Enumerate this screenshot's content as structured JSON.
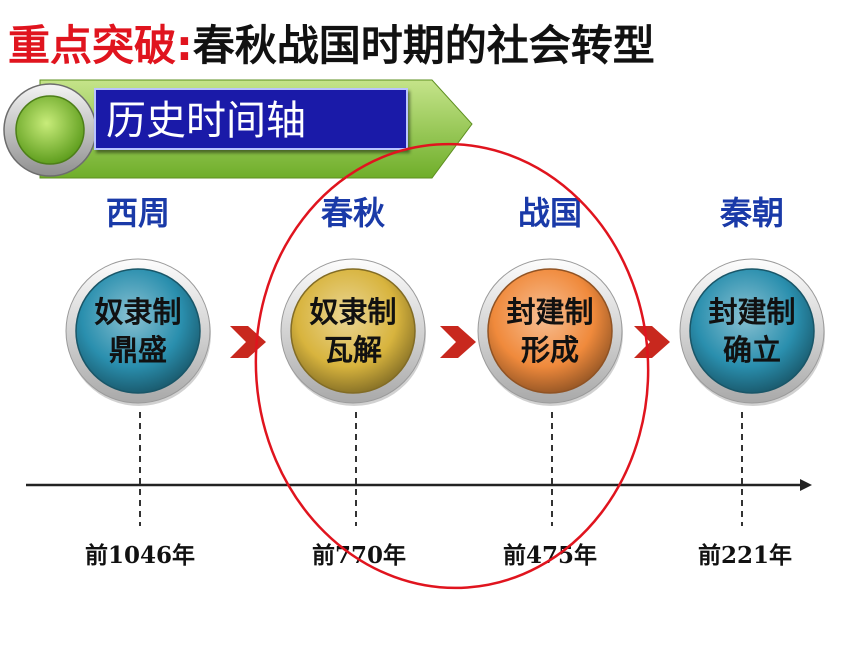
{
  "title": {
    "highlight": "重点突破:",
    "main": "春秋战国时期的社会转型"
  },
  "banner": {
    "label": "历史时间轴"
  },
  "timeline": [
    {
      "era": "西周",
      "label": "奴隶制\n鼎盛",
      "year": "前1046年",
      "color": "#2a8fae"
    },
    {
      "era": "春秋",
      "label": "奴隶制\n瓦解",
      "year": "前770年",
      "color": "#d8b43e"
    },
    {
      "era": "战国",
      "label": "封建制\n形成",
      "year": "前475年",
      "color": "#f08a3c"
    },
    {
      "era": "秦朝",
      "label": "封建制\n确立",
      "year": "前221年",
      "color": "#2a8fae"
    }
  ],
  "colors": {
    "accent_red": "#e0141e",
    "era_blue": "#1a3aa8",
    "banner_blue": "#1a1aa8",
    "banner_green": "#8dc63f"
  }
}
